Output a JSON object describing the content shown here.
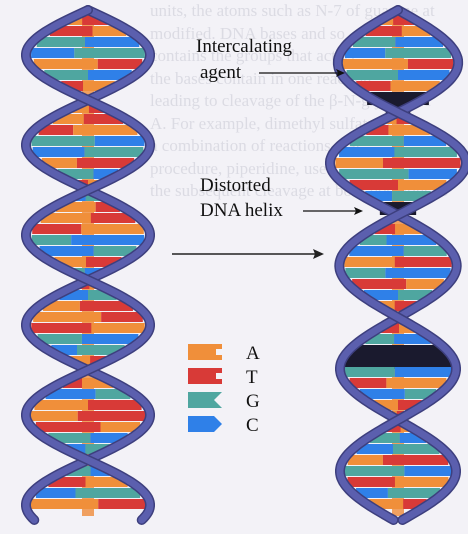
{
  "labels": {
    "intercalating_agent": [
      "Intercalating",
      "agent"
    ],
    "distorted_helix": [
      "Distorted",
      "DNA helix"
    ]
  },
  "legend": [
    {
      "letter": "A",
      "color": "#f08f3a",
      "shape": "notch-square"
    },
    {
      "letter": "T",
      "color": "#d83a37",
      "shape": "notch-square"
    },
    {
      "letter": "G",
      "color": "#4fa6a0",
      "shape": "notch-vee"
    },
    {
      "letter": "C",
      "color": "#2f80e8",
      "shape": "point"
    }
  ],
  "background_text": [
    "units, the atoms such as N-7 of guanine at",
    "modified. DNA bases and so",
    "contains the groups that act as",
    "the bases contain in one reaction",
    "leading to cleavage of the β-N-glycosidic",
    "A. For example, dimethyl sulfate and",
    "a combination of reactions that",
    "procedure, piperidine, used",
    "the subsequent cleavage at both positions to"
  ],
  "colors": {
    "backbone": "#5b5fae",
    "backbone_edge": "#3d3f7e",
    "intercalator": "#1a1a2e",
    "axis": "#f0a060",
    "A": "#f08f3a",
    "T": "#d83a37",
    "G": "#4fa6a0",
    "C": "#2f80e8"
  }
}
